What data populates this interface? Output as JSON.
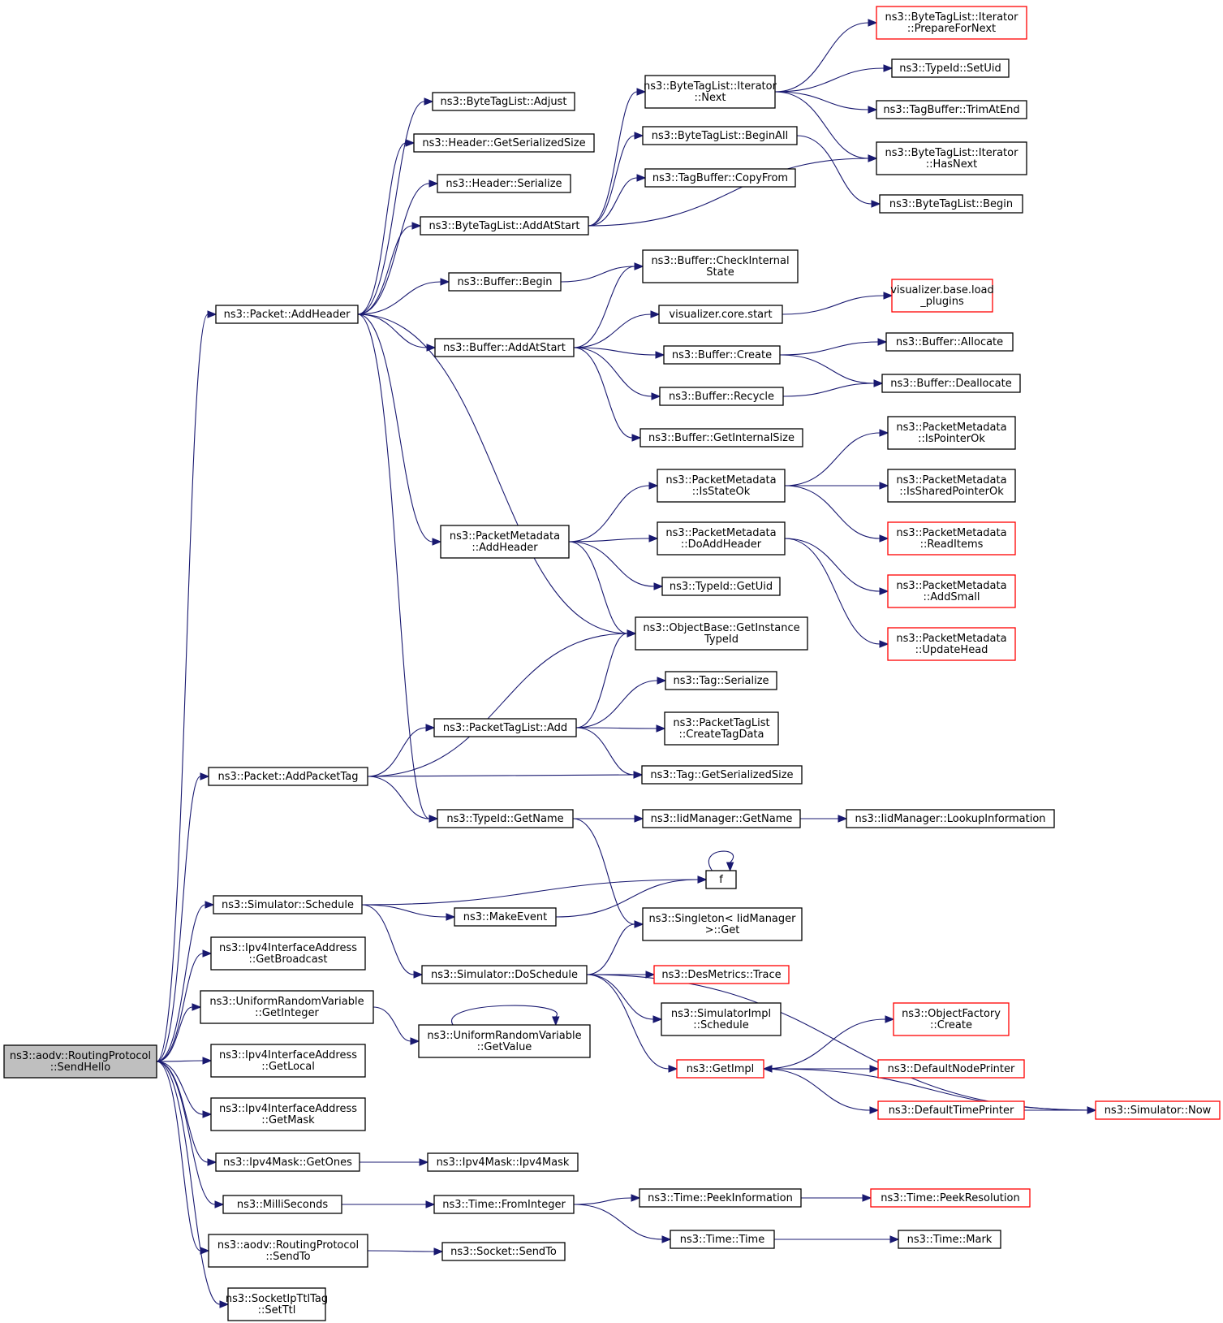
{
  "colors": {
    "edge": "#191970",
    "node_border": "#000000",
    "node_border_truncated": "#ff0000",
    "node_fill": "#ffffff",
    "root_fill": "#bfbfbf"
  },
  "nodes": [
    {
      "id": "root",
      "lines": [
        "ns3::aodv::RoutingProtocol",
        "::SendHello"
      ],
      "root": true
    },
    {
      "id": "addheader",
      "lines": [
        "ns3::Packet::AddHeader"
      ]
    },
    {
      "id": "bt_adjust",
      "lines": [
        "ns3::ByteTagList::Adjust"
      ]
    },
    {
      "id": "h_getsersize",
      "lines": [
        "ns3::Header::GetSerializedSize"
      ]
    },
    {
      "id": "h_serialize",
      "lines": [
        "ns3::Header::Serialize"
      ]
    },
    {
      "id": "bt_addatstart",
      "lines": [
        "ns3::ByteTagList::AddAtStart"
      ]
    },
    {
      "id": "buf_begin",
      "lines": [
        "ns3::Buffer::Begin"
      ]
    },
    {
      "id": "buf_addatstart",
      "lines": [
        "ns3::Buffer::AddAtStart"
      ]
    },
    {
      "id": "pm_addheader",
      "lines": [
        "ns3::PacketMetadata",
        "::AddHeader"
      ]
    },
    {
      "id": "bt_it_next",
      "lines": [
        "ns3::ByteTagList::Iterator",
        "::Next"
      ]
    },
    {
      "id": "bt_beginall",
      "lines": [
        "ns3::ByteTagList::BeginAll"
      ]
    },
    {
      "id": "tb_copyfrom",
      "lines": [
        "ns3::TagBuffer::CopyFrom"
      ]
    },
    {
      "id": "bt_it_prepare",
      "lines": [
        "ns3::ByteTagList::Iterator",
        "::PrepareForNext"
      ],
      "truncated": true
    },
    {
      "id": "tid_setuid",
      "lines": [
        "ns3::TypeId::SetUid"
      ]
    },
    {
      "id": "tb_trimatend",
      "lines": [
        "ns3::TagBuffer::TrimAtEnd"
      ]
    },
    {
      "id": "bt_it_hasnext",
      "lines": [
        "ns3::ByteTagList::Iterator",
        "::HasNext"
      ]
    },
    {
      "id": "bt_begin",
      "lines": [
        "ns3::ByteTagList::Begin"
      ]
    },
    {
      "id": "buf_checkinternal",
      "lines": [
        "ns3::Buffer::CheckInternal",
        "State"
      ]
    },
    {
      "id": "vis_core_start",
      "lines": [
        "visualizer.core.start"
      ]
    },
    {
      "id": "vis_load_plugins",
      "lines": [
        "visualizer.base.load",
        "_plugins"
      ],
      "truncated": true
    },
    {
      "id": "buf_create",
      "lines": [
        "ns3::Buffer::Create"
      ]
    },
    {
      "id": "buf_allocate",
      "lines": [
        "ns3::Buffer::Allocate"
      ]
    },
    {
      "id": "buf_recycle",
      "lines": [
        "ns3::Buffer::Recycle"
      ]
    },
    {
      "id": "buf_deallocate",
      "lines": [
        "ns3::Buffer::Deallocate"
      ]
    },
    {
      "id": "buf_getinternalsize",
      "lines": [
        "ns3::Buffer::GetInternalSize"
      ]
    },
    {
      "id": "pm_isstateok",
      "lines": [
        "ns3::PacketMetadata",
        "::IsStateOk"
      ]
    },
    {
      "id": "pm_ispointerok",
      "lines": [
        "ns3::PacketMetadata",
        "::IsPointerOk"
      ]
    },
    {
      "id": "pm_issharedpointerok",
      "lines": [
        "ns3::PacketMetadata",
        "::IsSharedPointerOk"
      ]
    },
    {
      "id": "pm_readitems",
      "lines": [
        "ns3::PacketMetadata",
        "::ReadItems"
      ],
      "truncated": true
    },
    {
      "id": "pm_doaddheader",
      "lines": [
        "ns3::PacketMetadata",
        "::DoAddHeader"
      ]
    },
    {
      "id": "tid_getuid",
      "lines": [
        "ns3::TypeId::GetUid"
      ]
    },
    {
      "id": "pm_addsmall",
      "lines": [
        "ns3::PacketMetadata",
        "::AddSmall"
      ],
      "truncated": true
    },
    {
      "id": "pm_updatehead",
      "lines": [
        "ns3::PacketMetadata",
        "::UpdateHead"
      ],
      "truncated": true
    },
    {
      "id": "ob_getinstancetypeid",
      "lines": [
        "ns3::ObjectBase::GetInstance",
        "TypeId"
      ]
    },
    {
      "id": "tag_serialize",
      "lines": [
        "ns3::Tag::Serialize"
      ]
    },
    {
      "id": "ptl_add",
      "lines": [
        "ns3::PacketTagList::Add"
      ]
    },
    {
      "id": "ptl_createtagdata",
      "lines": [
        "ns3::PacketTagList",
        "::CreateTagData"
      ]
    },
    {
      "id": "addpackettag",
      "lines": [
        "ns3::Packet::AddPacketTag"
      ]
    },
    {
      "id": "tag_getsersize",
      "lines": [
        "ns3::Tag::GetSerializedSize"
      ]
    },
    {
      "id": "tid_getname",
      "lines": [
        "ns3::TypeId::GetName"
      ]
    },
    {
      "id": "iid_getname",
      "lines": [
        "ns3::IidManager::GetName"
      ]
    },
    {
      "id": "iid_lookup",
      "lines": [
        "ns3::IidManager::LookupInformation"
      ]
    },
    {
      "id": "f",
      "lines": [
        "f"
      ]
    },
    {
      "id": "sim_schedule",
      "lines": [
        "ns3::Simulator::Schedule"
      ]
    },
    {
      "id": "makeevent",
      "lines": [
        "ns3::MakeEvent"
      ]
    },
    {
      "id": "singleton_get",
      "lines": [
        "ns3::Singleton< IidManager",
        ">::Get"
      ]
    },
    {
      "id": "ipv4ia_getbroadcast",
      "lines": [
        "ns3::Ipv4InterfaceAddress",
        "::GetBroadcast"
      ]
    },
    {
      "id": "sim_doschedule",
      "lines": [
        "ns3::Simulator::DoSchedule"
      ]
    },
    {
      "id": "desmetrics_trace",
      "lines": [
        "ns3::DesMetrics::Trace"
      ],
      "truncated": true
    },
    {
      "id": "urv_getinteger",
      "lines": [
        "ns3::UniformRandomVariable",
        "::GetInteger"
      ]
    },
    {
      "id": "simimpl_schedule",
      "lines": [
        "ns3::SimulatorImpl",
        "::Schedule"
      ]
    },
    {
      "id": "objfactory_create",
      "lines": [
        "ns3::ObjectFactory",
        "::Create"
      ],
      "truncated": true
    },
    {
      "id": "urv_getvalue",
      "lines": [
        "ns3::UniformRandomVariable",
        "::GetValue"
      ]
    },
    {
      "id": "ipv4ia_getlocal",
      "lines": [
        "ns3::Ipv4InterfaceAddress",
        "::GetLocal"
      ]
    },
    {
      "id": "getimpl",
      "lines": [
        "ns3::GetImpl"
      ],
      "truncated": true
    },
    {
      "id": "defnodeprinter",
      "lines": [
        "ns3::DefaultNodePrinter"
      ],
      "truncated": true
    },
    {
      "id": "ipv4ia_getmask",
      "lines": [
        "ns3::Ipv4InterfaceAddress",
        "::GetMask"
      ]
    },
    {
      "id": "deftimeprinter",
      "lines": [
        "ns3::DefaultTimePrinter"
      ],
      "truncated": true
    },
    {
      "id": "sim_now",
      "lines": [
        "ns3::Simulator::Now"
      ],
      "truncated": true
    },
    {
      "id": "ipv4mask_getones",
      "lines": [
        "ns3::Ipv4Mask::GetOnes"
      ]
    },
    {
      "id": "ipv4mask_ctor",
      "lines": [
        "ns3::Ipv4Mask::Ipv4Mask"
      ]
    },
    {
      "id": "milliseconds",
      "lines": [
        "ns3::MilliSeconds"
      ]
    },
    {
      "id": "time_frominteger",
      "lines": [
        "ns3::Time::FromInteger"
      ]
    },
    {
      "id": "time_peekinfo",
      "lines": [
        "ns3::Time::PeekInformation"
      ]
    },
    {
      "id": "time_peekres",
      "lines": [
        "ns3::Time::PeekResolution"
      ],
      "truncated": true
    },
    {
      "id": "time_time",
      "lines": [
        "ns3::Time::Time"
      ]
    },
    {
      "id": "time_mark",
      "lines": [
        "ns3::Time::Mark"
      ]
    },
    {
      "id": "aodv_sendto",
      "lines": [
        "ns3::aodv::RoutingProtocol",
        "::SendTo"
      ]
    },
    {
      "id": "socket_sendto",
      "lines": [
        "ns3::Socket::SendTo"
      ]
    },
    {
      "id": "ipttl_setttl",
      "lines": [
        "ns3::SocketIpTtlTag",
        "::SetTtl"
      ]
    }
  ],
  "edges": [
    [
      "root",
      "addheader"
    ],
    [
      "root",
      "addpackettag"
    ],
    [
      "root",
      "sim_schedule"
    ],
    [
      "root",
      "ipv4ia_getbroadcast"
    ],
    [
      "root",
      "urv_getinteger"
    ],
    [
      "root",
      "ipv4ia_getlocal"
    ],
    [
      "root",
      "ipv4ia_getmask"
    ],
    [
      "root",
      "ipv4mask_getones"
    ],
    [
      "root",
      "milliseconds"
    ],
    [
      "root",
      "aodv_sendto"
    ],
    [
      "root",
      "ipttl_setttl"
    ],
    [
      "addheader",
      "bt_adjust"
    ],
    [
      "addheader",
      "h_getsersize"
    ],
    [
      "addheader",
      "h_serialize"
    ],
    [
      "addheader",
      "bt_addatstart"
    ],
    [
      "addheader",
      "buf_begin"
    ],
    [
      "addheader",
      "buf_addatstart"
    ],
    [
      "addheader",
      "pm_addheader"
    ],
    [
      "addheader",
      "ob_getinstancetypeid"
    ],
    [
      "addheader",
      "tid_getname"
    ],
    [
      "bt_addatstart",
      "bt_it_next"
    ],
    [
      "bt_addatstart",
      "bt_beginall"
    ],
    [
      "bt_addatstart",
      "tb_copyfrom"
    ],
    [
      "bt_addatstart",
      "bt_it_hasnext"
    ],
    [
      "bt_it_next",
      "bt_it_prepare"
    ],
    [
      "bt_it_next",
      "tid_setuid"
    ],
    [
      "bt_it_next",
      "tb_trimatend"
    ],
    [
      "bt_it_next",
      "bt_it_hasnext"
    ],
    [
      "bt_beginall",
      "bt_begin"
    ],
    [
      "buf_begin",
      "buf_checkinternal"
    ],
    [
      "buf_addatstart",
      "buf_checkinternal"
    ],
    [
      "buf_addatstart",
      "vis_core_start"
    ],
    [
      "buf_addatstart",
      "buf_create"
    ],
    [
      "buf_addatstart",
      "buf_recycle"
    ],
    [
      "buf_addatstart",
      "buf_getinternalsize"
    ],
    [
      "vis_core_start",
      "vis_load_plugins"
    ],
    [
      "buf_create",
      "buf_allocate"
    ],
    [
      "buf_create",
      "buf_deallocate"
    ],
    [
      "buf_recycle",
      "buf_deallocate"
    ],
    [
      "pm_addheader",
      "pm_isstateok"
    ],
    [
      "pm_addheader",
      "pm_doaddheader"
    ],
    [
      "pm_addheader",
      "tid_getuid"
    ],
    [
      "pm_addheader",
      "ob_getinstancetypeid"
    ],
    [
      "pm_isstateok",
      "pm_ispointerok"
    ],
    [
      "pm_isstateok",
      "pm_issharedpointerok"
    ],
    [
      "pm_isstateok",
      "pm_readitems"
    ],
    [
      "pm_doaddheader",
      "pm_addsmall"
    ],
    [
      "pm_doaddheader",
      "pm_updatehead"
    ],
    [
      "addpackettag",
      "ob_getinstancetypeid"
    ],
    [
      "addpackettag",
      "ptl_add"
    ],
    [
      "addpackettag",
      "tag_getsersize"
    ],
    [
      "addpackettag",
      "tid_getname"
    ],
    [
      "ptl_add",
      "ob_getinstancetypeid"
    ],
    [
      "ptl_add",
      "tag_serialize"
    ],
    [
      "ptl_add",
      "ptl_createtagdata"
    ],
    [
      "ptl_add",
      "tag_getsersize"
    ],
    [
      "tid_getname",
      "iid_getname"
    ],
    [
      "tid_getname",
      "singleton_get"
    ],
    [
      "iid_getname",
      "iid_lookup"
    ],
    [
      "sim_schedule",
      "f"
    ],
    [
      "sim_schedule",
      "makeevent"
    ],
    [
      "sim_schedule",
      "sim_doschedule"
    ],
    [
      "makeevent",
      "f"
    ],
    [
      "f",
      "f"
    ],
    [
      "sim_doschedule",
      "singleton_get"
    ],
    [
      "sim_doschedule",
      "desmetrics_trace"
    ],
    [
      "sim_doschedule",
      "simimpl_schedule"
    ],
    [
      "sim_doschedule",
      "getimpl"
    ],
    [
      "sim_doschedule",
      "sim_now"
    ],
    [
      "getimpl",
      "objfactory_create"
    ],
    [
      "getimpl",
      "defnodeprinter"
    ],
    [
      "getimpl",
      "deftimeprinter"
    ],
    [
      "deftimeprinter",
      "sim_now"
    ],
    [
      "sim_now",
      "getimpl"
    ],
    [
      "urv_getinteger",
      "urv_getvalue"
    ],
    [
      "urv_getvalue",
      "urv_getvalue"
    ],
    [
      "ipv4mask_getones",
      "ipv4mask_ctor"
    ],
    [
      "milliseconds",
      "time_frominteger"
    ],
    [
      "time_frominteger",
      "time_peekinfo"
    ],
    [
      "time_frominteger",
      "time_time"
    ],
    [
      "time_peekinfo",
      "time_peekres"
    ],
    [
      "time_time",
      "time_mark"
    ],
    [
      "aodv_sendto",
      "socket_sendto"
    ]
  ]
}
